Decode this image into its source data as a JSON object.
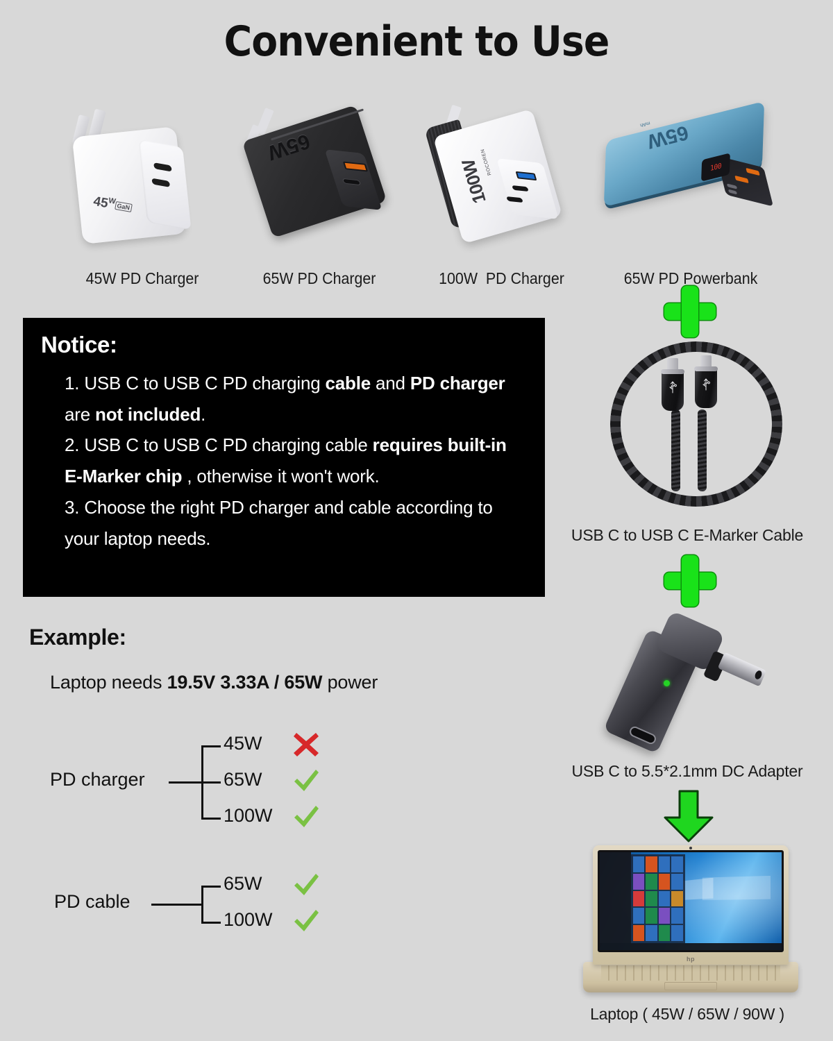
{
  "title": "Convenient to Use",
  "products": [
    {
      "caption": "45W PD Charger",
      "power_label": "45W",
      "sub_label": "GaN",
      "icon": "wall-charger-white-icon"
    },
    {
      "caption": "65W PD Charger",
      "power_label": "65W",
      "sub_label": "",
      "icon": "wall-charger-black-icon"
    },
    {
      "caption": "100W  PD Charger",
      "power_label": "100W",
      "sub_label": "ROCOREN",
      "icon": "wall-charger-white-black-icon"
    },
    {
      "caption": "65W PD Powerbank",
      "power_label": "65W",
      "sub_label": "mAh",
      "icon": "powerbank-icon",
      "display_value": "100"
    }
  ],
  "notice": {
    "heading": "Notice:",
    "items": [
      {
        "num": "1.",
        "segments": [
          {
            "text": "USB C to USB C PD charging ",
            "bold": false
          },
          {
            "text": "cable",
            "bold": true
          },
          {
            "text": " and ",
            "bold": false
          },
          {
            "text": "PD charger",
            "bold": true
          },
          {
            "text": " are ",
            "bold": false
          },
          {
            "text": "not included",
            "bold": true
          },
          {
            "text": ".",
            "bold": false
          }
        ]
      },
      {
        "num": "2.",
        "segments": [
          {
            "text": "USB C to USB C PD charging cable ",
            "bold": false
          },
          {
            "text": "requires built-in E-Marker chip",
            "bold": true
          },
          {
            "text": " , otherwise it won't work.",
            "bold": false
          }
        ]
      },
      {
        "num": "3.",
        "segments": [
          {
            "text": "Choose the right PD charger and cable according to your laptop needs.",
            "bold": false
          }
        ]
      }
    ]
  },
  "example": {
    "heading": "Example:",
    "requirement_prefix": "Laptop needs ",
    "requirement_bold": "19.5V 3.33A / 65W",
    "requirement_suffix": " power",
    "trees": [
      {
        "label": "PD charger",
        "options": [
          {
            "value": "45W",
            "mark": "cross",
            "mark_color": "#d7282a"
          },
          {
            "value": "65W",
            "mark": "check",
            "mark_color": "#7ac143"
          },
          {
            "value": "100W",
            "mark": "check",
            "mark_color": "#7ac143"
          }
        ]
      },
      {
        "label": "PD cable",
        "options": [
          {
            "value": "65W",
            "mark": "check",
            "mark_color": "#7ac143"
          },
          {
            "value": "100W",
            "mark": "check",
            "mark_color": "#7ac143"
          }
        ]
      }
    ]
  },
  "right_column": {
    "plus_symbol": "plus-icon",
    "cable_caption": "USB C to USB C E-Marker Cable",
    "adapter_caption": "USB C to 5.5*2.1mm DC Adapter",
    "arrow_symbol": "arrow-down-icon",
    "laptop_caption": "Laptop ( 45W / 65W / 90W )"
  },
  "colors": {
    "background": "#d8d8d8",
    "notice_background": "#000000",
    "notice_text": "#ffffff",
    "accent_green": "#19e219",
    "check_green": "#7ac143",
    "cross_red": "#d7282a",
    "text": "#111111"
  }
}
